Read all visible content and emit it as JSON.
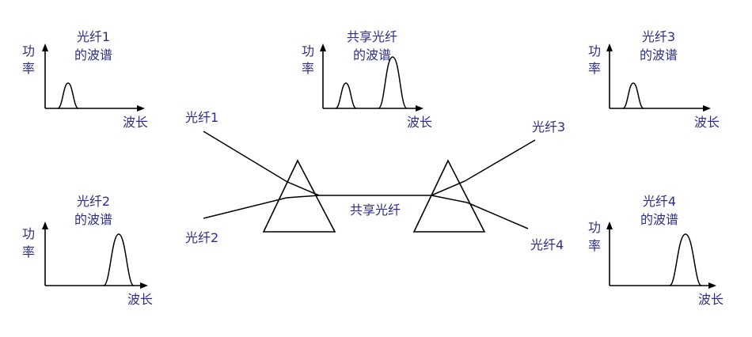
{
  "axes": {
    "power_top": "功",
    "power_bottom": "率",
    "wavelength": "波长"
  },
  "spectra": {
    "fiber1": {
      "title_line1": "光纤1",
      "title_line2": "的波谱"
    },
    "shared": {
      "title_line1": "共享光纤",
      "title_line2": "的波谱"
    },
    "fiber3": {
      "title_line1": "光纤3",
      "title_line2": "的波谱"
    },
    "fiber2": {
      "title_line1": "光纤2",
      "title_line2": "的波谱"
    },
    "fiber4": {
      "title_line1": "光纤4",
      "title_line2": "的波谱"
    }
  },
  "fibers": {
    "fiber1": "光纤1",
    "fiber2": "光纤2",
    "fiber3": "光纤3",
    "fiber4": "光纤4",
    "shared": "共享光纤"
  }
}
